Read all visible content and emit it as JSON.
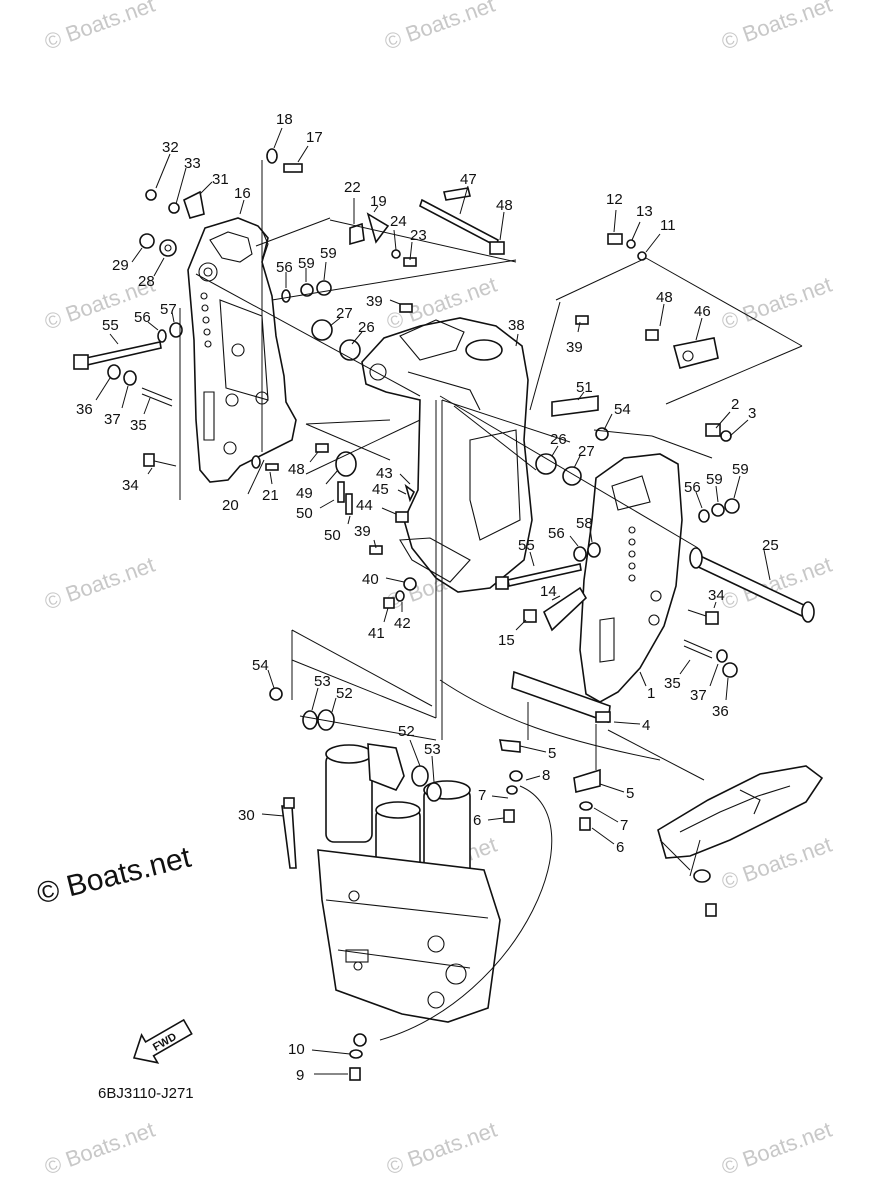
{
  "watermark": {
    "text": "© Boats.net",
    "brand": "© Boats.net"
  },
  "diagram_code": "6BJ3110-J271",
  "fwd_label": "FWD",
  "callouts": [
    {
      "id": "c1",
      "text": "1"
    },
    {
      "id": "c2",
      "text": "2"
    },
    {
      "id": "c3",
      "text": "3"
    },
    {
      "id": "c4",
      "text": "4"
    },
    {
      "id": "c5a",
      "text": "5"
    },
    {
      "id": "c5b",
      "text": "5"
    },
    {
      "id": "c6a",
      "text": "6"
    },
    {
      "id": "c6b",
      "text": "6"
    },
    {
      "id": "c7a",
      "text": "7"
    },
    {
      "id": "c7b",
      "text": "7"
    },
    {
      "id": "c8",
      "text": "8"
    },
    {
      "id": "c9",
      "text": "9"
    },
    {
      "id": "c10",
      "text": "10"
    },
    {
      "id": "c11",
      "text": "11"
    },
    {
      "id": "c12",
      "text": "12"
    },
    {
      "id": "c13",
      "text": "13"
    },
    {
      "id": "c14",
      "text": "14"
    },
    {
      "id": "c15",
      "text": "15"
    },
    {
      "id": "c16",
      "text": "16"
    },
    {
      "id": "c17",
      "text": "17"
    },
    {
      "id": "c18",
      "text": "18"
    },
    {
      "id": "c19",
      "text": "19"
    },
    {
      "id": "c20",
      "text": "20"
    },
    {
      "id": "c21",
      "text": "21"
    },
    {
      "id": "c22",
      "text": "22"
    },
    {
      "id": "c23",
      "text": "23"
    },
    {
      "id": "c24",
      "text": "24"
    },
    {
      "id": "c25",
      "text": "25"
    },
    {
      "id": "c26a",
      "text": "26"
    },
    {
      "id": "c26b",
      "text": "26"
    },
    {
      "id": "c27a",
      "text": "27"
    },
    {
      "id": "c27b",
      "text": "27"
    },
    {
      "id": "c28",
      "text": "28"
    },
    {
      "id": "c29",
      "text": "29"
    },
    {
      "id": "c30",
      "text": "30"
    },
    {
      "id": "c31",
      "text": "31"
    },
    {
      "id": "c32",
      "text": "32"
    },
    {
      "id": "c33",
      "text": "33"
    },
    {
      "id": "c34a",
      "text": "34"
    },
    {
      "id": "c34b",
      "text": "34"
    },
    {
      "id": "c35a",
      "text": "35"
    },
    {
      "id": "c35b",
      "text": "35"
    },
    {
      "id": "c36a",
      "text": "36"
    },
    {
      "id": "c36b",
      "text": "36"
    },
    {
      "id": "c37a",
      "text": "37"
    },
    {
      "id": "c37b",
      "text": "37"
    },
    {
      "id": "c38",
      "text": "38"
    },
    {
      "id": "c39a",
      "text": "39"
    },
    {
      "id": "c39b",
      "text": "39"
    },
    {
      "id": "c39c",
      "text": "39"
    },
    {
      "id": "c40",
      "text": "40"
    },
    {
      "id": "c41",
      "text": "41"
    },
    {
      "id": "c42",
      "text": "42"
    },
    {
      "id": "c43",
      "text": "43"
    },
    {
      "id": "c44",
      "text": "44"
    },
    {
      "id": "c45",
      "text": "45"
    },
    {
      "id": "c46",
      "text": "46"
    },
    {
      "id": "c47",
      "text": "47"
    },
    {
      "id": "c48a",
      "text": "48"
    },
    {
      "id": "c48b",
      "text": "48"
    },
    {
      "id": "c48c",
      "text": "48"
    },
    {
      "id": "c49",
      "text": "49"
    },
    {
      "id": "c50a",
      "text": "50"
    },
    {
      "id": "c50b",
      "text": "50"
    },
    {
      "id": "c51",
      "text": "51"
    },
    {
      "id": "c52a",
      "text": "52"
    },
    {
      "id": "c52b",
      "text": "52"
    },
    {
      "id": "c53a",
      "text": "53"
    },
    {
      "id": "c53b",
      "text": "53"
    },
    {
      "id": "c54a",
      "text": "54"
    },
    {
      "id": "c54b",
      "text": "54"
    },
    {
      "id": "c55a",
      "text": "55"
    },
    {
      "id": "c55b",
      "text": "55"
    },
    {
      "id": "c56a",
      "text": "56"
    },
    {
      "id": "c56b",
      "text": "56"
    },
    {
      "id": "c56c",
      "text": "56"
    },
    {
      "id": "c56d",
      "text": "56"
    },
    {
      "id": "c57",
      "text": "57"
    },
    {
      "id": "c58",
      "text": "58"
    },
    {
      "id": "c59a",
      "text": "59"
    },
    {
      "id": "c59b",
      "text": "59"
    },
    {
      "id": "c59c",
      "text": "59"
    },
    {
      "id": "c59d",
      "text": "59"
    }
  ]
}
